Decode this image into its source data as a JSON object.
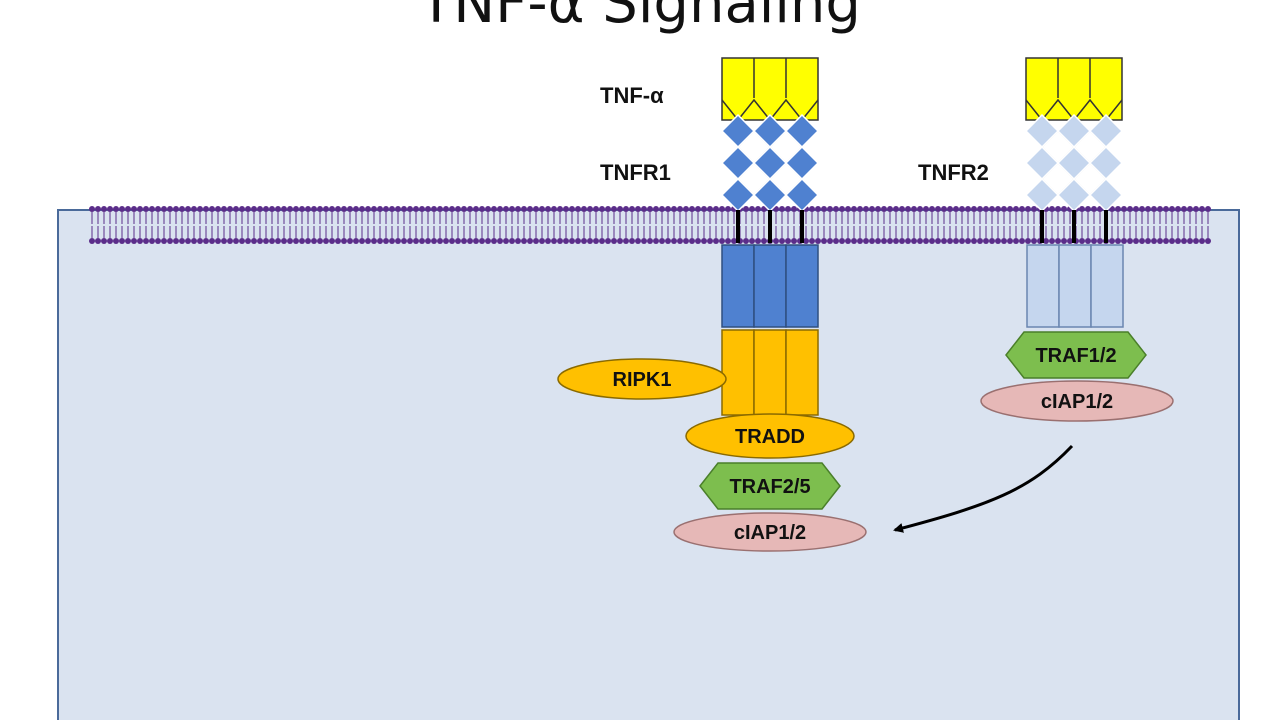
{
  "title": "TNF-α Signaling",
  "labels": {
    "ligand": "TNF-α",
    "receptor1": "TNFR1",
    "receptor2": "TNFR2"
  },
  "proteins": {
    "ripk1": "RIPK1",
    "tradd": "TRADD",
    "traf25": "TRAF2/5",
    "ciap_left": "cIAP1/2",
    "traf12": "TRAF1/2",
    "ciap_right": "cIAP1/2"
  },
  "colors": {
    "cytoplasm": "#dae3f0",
    "membrane_lipid": "#5b2d8a",
    "ligand": "#ffff00",
    "tnfr1": "#4f81d0",
    "tnfr2": "#c5d6ee",
    "adapter": "#ffc000",
    "traf": "#7dbe4e",
    "ciap": "#e6b8b7"
  }
}
